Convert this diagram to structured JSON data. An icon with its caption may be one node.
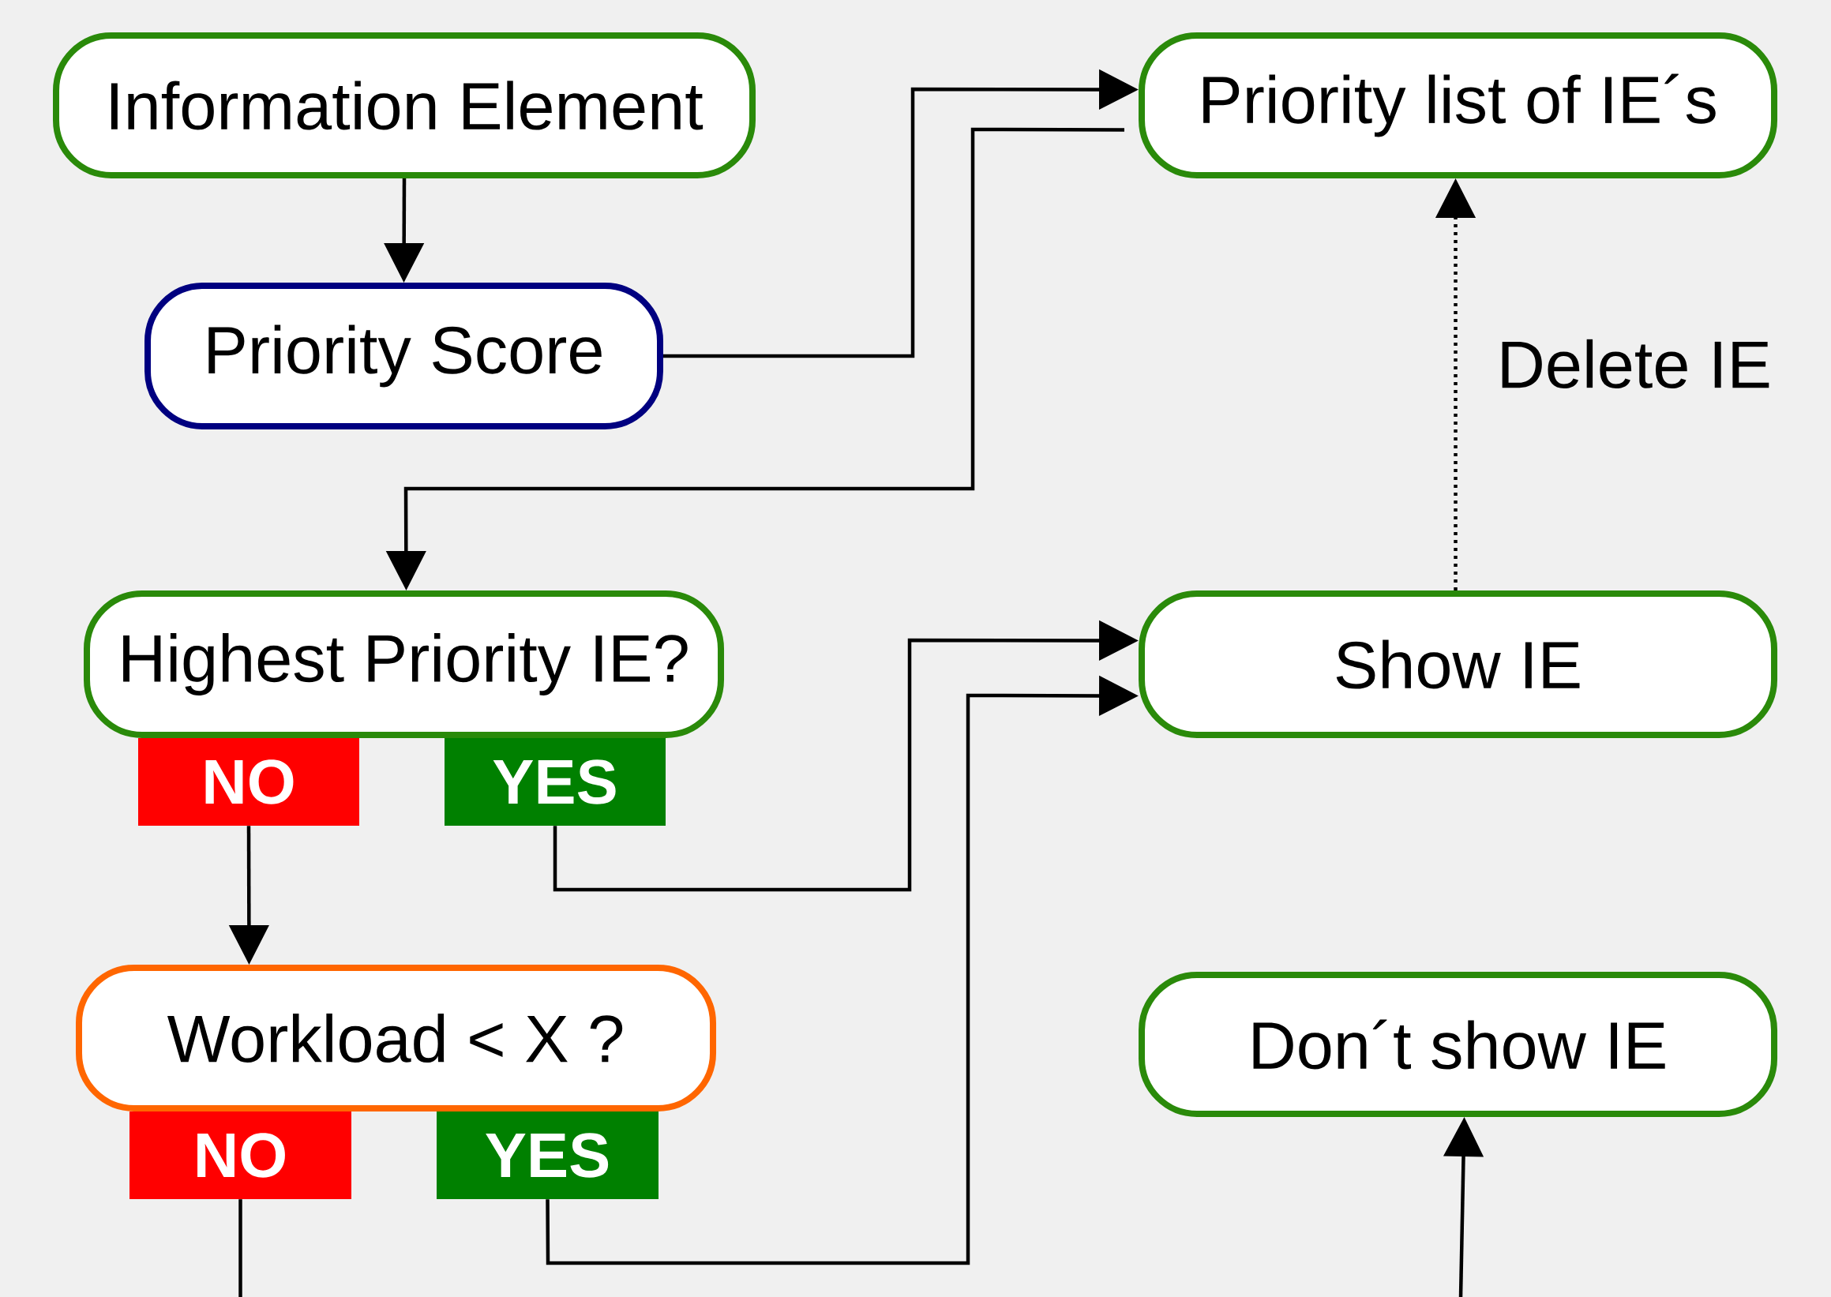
{
  "diagram": {
    "nodes": [
      {
        "text": [
          "Information Element"
        ]
      },
      {
        "text": [
          "Priority Score"
        ]
      },
      {
        "text": [
          "Priority list of IE´s"
        ]
      },
      {
        "text": [
          "Highest Priority IE?"
        ]
      },
      {
        "text": [
          "NO"
        ]
      },
      {
        "text": [
          "YES"
        ]
      },
      {
        "text": [
          "Show IE"
        ]
      },
      {
        "text": [
          "Workload < X ?"
        ]
      },
      {
        "text": [
          "NO"
        ]
      },
      {
        "text": [
          "YES"
        ]
      },
      {
        "text": [
          "Don´t show IE"
        ]
      }
    ],
    "edges": [
      {
        "from": 0,
        "to": 1,
        "arrow": "to"
      },
      {
        "from": 1,
        "to": 2,
        "arrow": "to"
      },
      {
        "from": 2,
        "to": 3,
        "arrow": "to"
      },
      {
        "from": 5,
        "to": 6,
        "arrow": "to"
      },
      {
        "from": 9,
        "to": 6,
        "arrow": "to"
      },
      {
        "from": 4,
        "to": 7,
        "arrow": "to"
      },
      {
        "from": 6,
        "to": 2,
        "arrow": "to",
        "style": "dashed",
        "label": "Delete IE"
      },
      {
        "from": 8,
        "to": null,
        "arrow": "none"
      },
      {
        "from": null,
        "to": 10,
        "arrow": "to"
      }
    ]
  }
}
